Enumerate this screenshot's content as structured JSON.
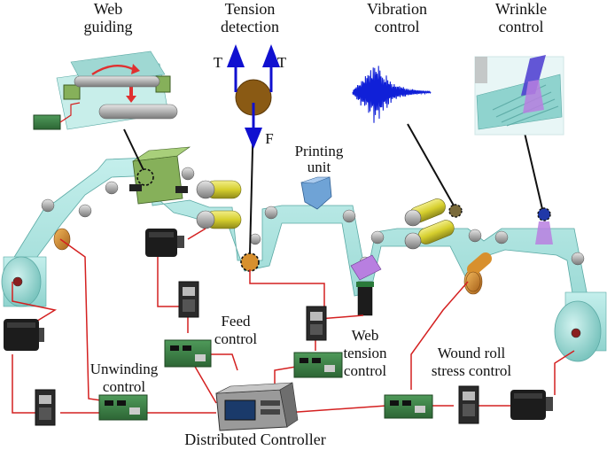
{
  "labels": {
    "web_guiding": [
      "Web",
      "guiding"
    ],
    "tension_detection": [
      "Tension",
      "detection"
    ],
    "vibration_control": [
      "Vibration",
      "control"
    ],
    "wrinkle_control": [
      "Wrinkle",
      "control"
    ],
    "printing_unit": [
      "Printing",
      "unit"
    ],
    "feed_control": [
      "Feed",
      "control"
    ],
    "web_tension_control": [
      "Web",
      "tension",
      "control"
    ],
    "unwinding_control": [
      "Unwinding",
      "control"
    ],
    "wound_roll_stress_control": [
      "Wound roll",
      "stress control"
    ],
    "distributed_controller": "Distributed Controller",
    "force_left": "T",
    "force_right": "T",
    "force_down": "F"
  },
  "colors": {
    "web": "#a6e3df",
    "web_edge": "#5aa9a4",
    "roller_gray": "#b5b5b5",
    "roller_orange": "#d8902e",
    "roller_yellow": "#d9d43a",
    "wire_red": "#d42020",
    "arrow_blue": "#1010d0",
    "circuit_green": "#3a7a45",
    "motor_dark": "#1c1c1c",
    "print_blue": "#6fa3d6",
    "wrinkle_purple": "#b87fe0"
  },
  "icons": [
    "motor-icon",
    "servo-drive-icon",
    "circuit-board-icon",
    "controller-icon",
    "roller-icon",
    "sensor-icon"
  ]
}
